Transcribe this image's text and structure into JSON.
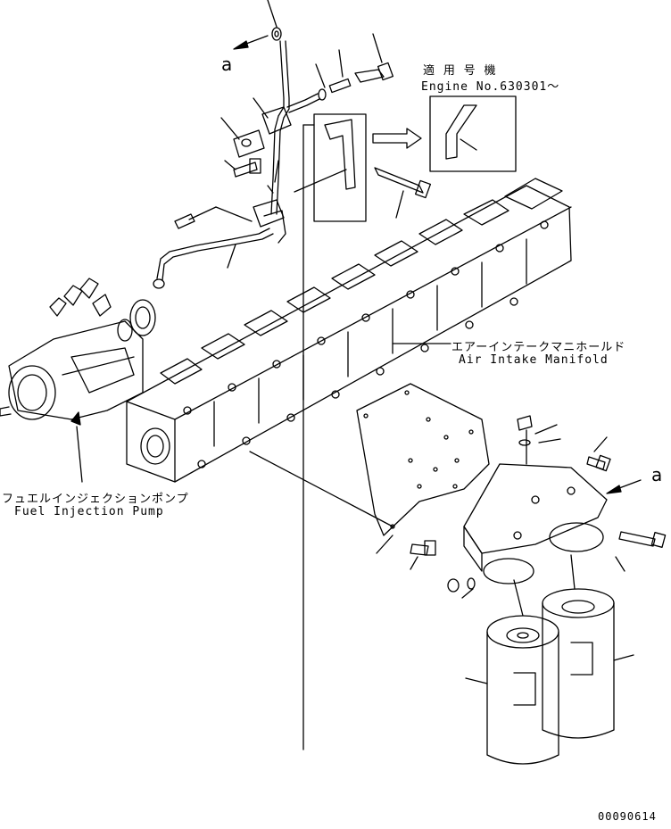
{
  "labels": {
    "applicable_jp": "適 用 号 機",
    "applicable_en": "Engine No.630301～",
    "manifold_jp": "エアーインテークマニホールド",
    "manifold_en": "Air Intake Manifold",
    "pump_jp": "フュエルインジェクションポンプ",
    "pump_en": "Fuel Injection Pump",
    "ref_top": "a",
    "ref_right": "a",
    "drawing_number": "00090614"
  }
}
